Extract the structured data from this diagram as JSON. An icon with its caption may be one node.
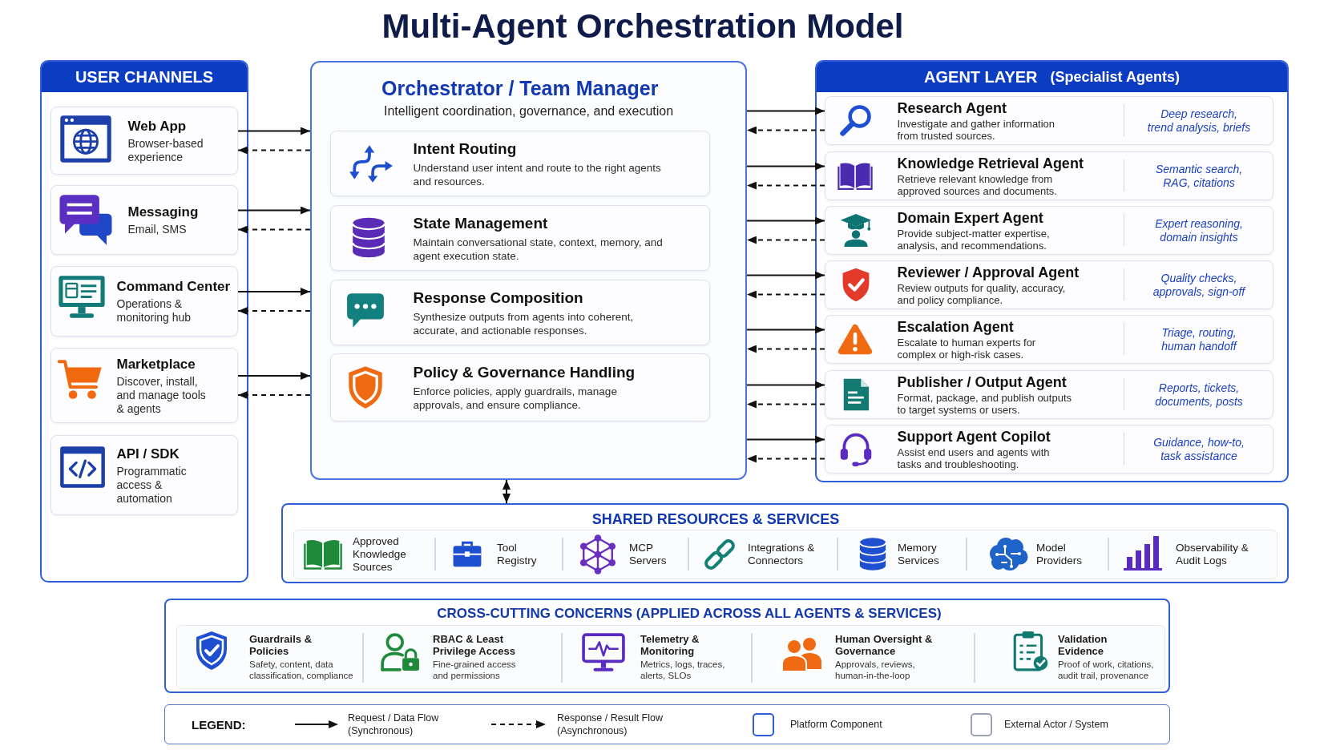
{
  "diagram": {
    "title": "Multi-Agent Orchestration Model",
    "nodes": [
      {
        "text": [
          "USER CHANNELS"
        ]
      },
      {
        "text": [
          "Web App",
          "Browser-based experience"
        ],
        "in": 0
      },
      {
        "text": [
          "Messaging",
          "Email, SMS"
        ],
        "in": 0
      },
      {
        "text": [
          "Command Center",
          "Operations & monitoring hub"
        ],
        "in": 0
      },
      {
        "text": [
          "Marketplace",
          "Discover, install, and manage tools & agents"
        ],
        "in": 0
      },
      {
        "text": [
          "API / SDK",
          "Programmatic access & automation"
        ],
        "in": 0
      },
      {
        "text": [
          "Orchestrator / Team Manager",
          "Intelligent coordination, governance, and execution"
        ]
      },
      {
        "text": [
          "Intent Routing",
          "Understand user intent and route to the right agents and resources."
        ],
        "in": 6
      },
      {
        "text": [
          "State Management",
          "Maintain conversational state, context, memory, and agent execution state."
        ],
        "in": 6
      },
      {
        "text": [
          "Response Composition",
          "Synthesize outputs from agents into coherent, accurate, and actionable responses."
        ],
        "in": 6
      },
      {
        "text": [
          "Policy & Governance Handling",
          "Enforce policies, apply guardrails, manage approvals, and ensure compliance."
        ],
        "in": 6
      },
      {
        "text": [
          "AGENT LAYER",
          "(Specialist Agents)"
        ]
      },
      {
        "text": [
          "Research Agent",
          "Investigate and gather information from trusted sources.",
          "Deep research, trend analysis, briefs"
        ],
        "in": 11
      },
      {
        "text": [
          "Knowledge Retrieval Agent",
          "Retrieve relevant knowledge from approved sources and documents.",
          "Semantic search, RAG, citations"
        ],
        "in": 11
      },
      {
        "text": [
          "Domain Expert Agent",
          "Provide subject-matter expertise, analysis, and recommendations.",
          "Expert reasoning, domain insights"
        ],
        "in": 11
      },
      {
        "text": [
          "Reviewer / Approval Agent",
          "Review outputs for quality, accuracy, and policy compliance.",
          "Quality checks, approvals, sign-off"
        ],
        "in": 11
      },
      {
        "text": [
          "Escalation Agent",
          "Escalate to human experts for complex or high-risk cases.",
          "Triage, routing, human handoff"
        ],
        "in": 11
      },
      {
        "text": [
          "Publisher / Output Agent",
          "Format, package, and publish outputs to target systems or users.",
          "Reports, tickets, documents, posts"
        ],
        "in": 11
      },
      {
        "text": [
          "Support Agent Copilot",
          "Assist end users and agents with tasks and troubleshooting.",
          "Guidance, how-to, task assistance"
        ],
        "in": 11
      },
      {
        "text": [
          "SHARED RESOURCES & SERVICES",
          "Approved Knowledge Sources",
          "Tool Registry",
          "MCP Servers",
          "Integrations & Connectors",
          "Memory Services",
          "Model Providers",
          "Observability & Audit Logs"
        ]
      },
      {
        "text": [
          "CROSS-CUTTING CONCERNS (APPLIED ACROSS ALL AGENTS & SERVICES)",
          "Guardrails & Policies",
          "Safety, content, data classification, compliance",
          "RBAC & Least Privilege Access",
          "Fine-grained access and permissions",
          "Telemetry & Monitoring",
          "Metrics, logs, traces, alerts, SLOs",
          "Human Oversight & Governance",
          "Approvals, reviews, human-in-the-loop",
          "Validation Evidence",
          "Proof of work, citations, audit trail, provenance"
        ]
      }
    ],
    "edges": [
      {
        "from": 1,
        "to": 6,
        "arrow": "to"
      },
      {
        "from": 6,
        "to": 1,
        "arrow": "to",
        "style": "dashed"
      },
      {
        "from": 2,
        "to": 6,
        "arrow": "to"
      },
      {
        "from": 6,
        "to": 2,
        "arrow": "to",
        "style": "dashed"
      },
      {
        "from": 3,
        "to": 6,
        "arrow": "to"
      },
      {
        "from": 6,
        "to": 3,
        "arrow": "to",
        "style": "dashed"
      },
      {
        "from": 4,
        "to": 6,
        "arrow": "to"
      },
      {
        "from": 6,
        "to": 4,
        "arrow": "to",
        "style": "dashed"
      },
      {
        "from": 6,
        "to": 12,
        "arrow": "to"
      },
      {
        "from": 12,
        "to": 6,
        "arrow": "to",
        "style": "dashed"
      },
      {
        "from": 6,
        "to": 13,
        "arrow": "to"
      },
      {
        "from": 13,
        "to": 6,
        "arrow": "to",
        "style": "dashed"
      },
      {
        "from": 6,
        "to": 14,
        "arrow": "to"
      },
      {
        "from": 14,
        "to": 6,
        "arrow": "to",
        "style": "dashed"
      },
      {
        "from": 6,
        "to": 15,
        "arrow": "to"
      },
      {
        "from": 15,
        "to": 6,
        "arrow": "to",
        "style": "dashed"
      },
      {
        "from": 6,
        "to": 16,
        "arrow": "to"
      },
      {
        "from": 16,
        "to": 6,
        "arrow": "to",
        "style": "dashed"
      },
      {
        "from": 6,
        "to": 17,
        "arrow": "to"
      },
      {
        "from": 17,
        "to": 6,
        "arrow": "to",
        "style": "dashed"
      },
      {
        "from": 6,
        "to": 18,
        "arrow": "to"
      },
      {
        "from": 18,
        "to": 6,
        "arrow": "to",
        "style": "dashed"
      },
      {
        "from": 6,
        "to": 19,
        "arrow": "both"
      }
    ],
    "labels": [
      "LEGEND:"
    ],
    "legend": [
      {
        "text": "Request / Data Flow (Synchronous)"
      },
      {
        "text": "Response / Result Flow (Asynchronous)"
      },
      {
        "text": "Platform Component"
      },
      {
        "text": "External Actor / System"
      }
    ]
  }
}
